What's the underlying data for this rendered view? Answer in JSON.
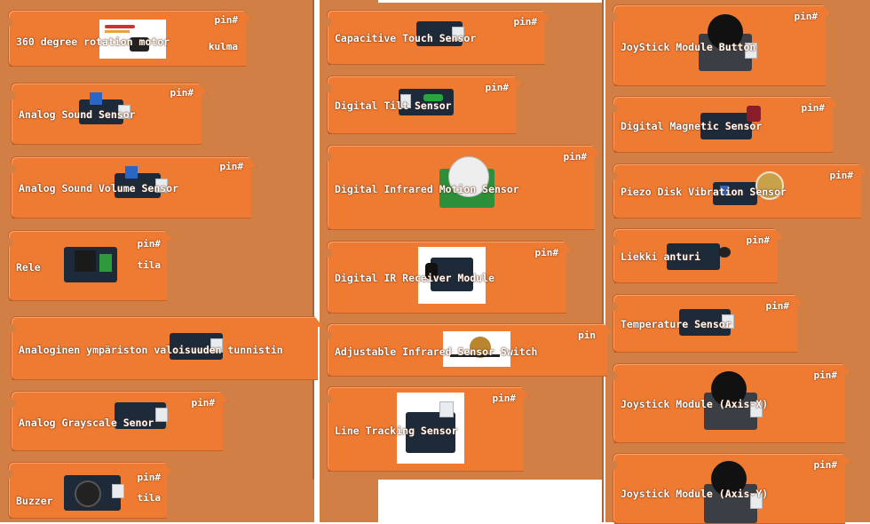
{
  "blocks": {
    "rotation_motor": {
      "label": "360 degree rotation motor",
      "pin": "pin#",
      "sub": "kulma"
    },
    "analog_sound": {
      "label": "Analog Sound Sensor",
      "pin": "pin#"
    },
    "analog_volume": {
      "label": "Analog Sound Volume Sensor",
      "pin": "pin#"
    },
    "rele": {
      "label": "Rele",
      "pin": "pin#",
      "sub": "tila"
    },
    "ambient_light": {
      "label": "Analoginen ympäriston valoisuuden tunnistin"
    },
    "grayscale": {
      "label": "Analog Grayscale Senor",
      "pin": "pin#"
    },
    "buzzer": {
      "label": "Buzzer",
      "pin": "pin#",
      "sub": "tila"
    },
    "capacitive": {
      "label": "Capacitive Touch Sensor",
      "pin": "pin#"
    },
    "tilt": {
      "label": "Digital Tilt Sensor",
      "pin": "pin#"
    },
    "ir_motion": {
      "label": "Digital Infrared Motion Sensor",
      "pin": "pin#"
    },
    "ir_receiver": {
      "label": "Digital IR Receiver Module",
      "pin": "pin#"
    },
    "ir_switch": {
      "label": "Adjustable Infrared Sensor Switch",
      "pin": "pin"
    },
    "line_tracking": {
      "label": "Line Tracking Sensor",
      "pin": "pin#"
    },
    "joystick_button": {
      "label": "JoyStick Module Button",
      "pin": "pin#"
    },
    "magnetic": {
      "label": "Digital Magnetic Sensor",
      "pin": "pin#"
    },
    "piezo": {
      "label": "Piezo Disk Vibration Sensor",
      "pin": "pin#"
    },
    "flame": {
      "label": "Liekki anturi",
      "pin": "pin#"
    },
    "temperature": {
      "label": "Temperature Sensor",
      "pin": "pin#"
    },
    "joystick_x": {
      "label": "Joystick Module (Axis-X)",
      "pin": "pin#"
    },
    "joystick_y": {
      "label": "Joystick Module (Axis-Y)",
      "pin": "pin#"
    }
  },
  "icons": {
    "motor": "servo-motor-image",
    "sound": "sound-sensor-image",
    "relay": "relay-module-image",
    "light": "light-sensor-image",
    "grayscale": "grayscale-sensor-image",
    "buzzer": "buzzer-image",
    "touch": "touch-sensor-image",
    "tilt": "tilt-sensor-image",
    "pir": "pir-sensor-image",
    "ir_rx": "ir-receiver-image",
    "ir_switch": "ir-switch-image",
    "line": "line-tracking-image",
    "joystick": "joystick-image",
    "magnet": "magnetic-sensor-image",
    "piezo": "piezo-image",
    "flame": "flame-sensor-image",
    "temp": "temperature-sensor-image"
  },
  "colors": {
    "workspace": "#d17f44",
    "block": "#ef7b33",
    "text": "#ffffff"
  }
}
